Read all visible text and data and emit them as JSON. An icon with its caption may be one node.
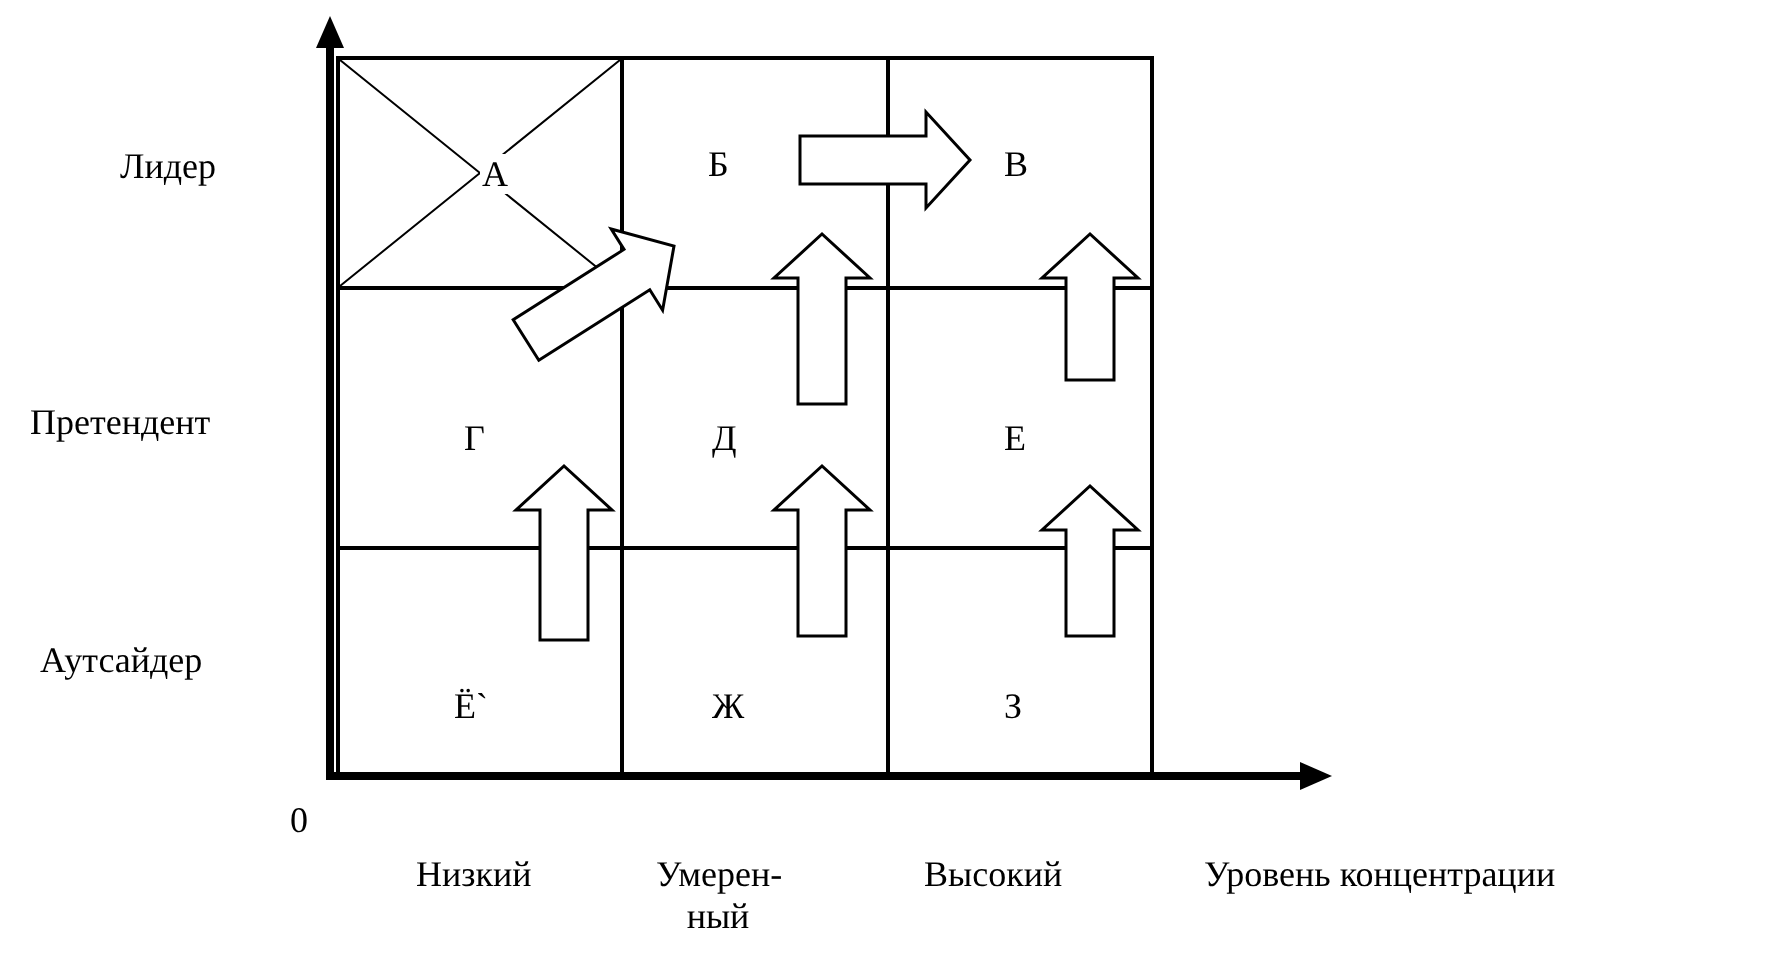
{
  "diagram": {
    "nodes": [
      {
        "text": [
          "А"
        ]
      },
      {
        "text": [
          "Б"
        ]
      },
      {
        "text": [
          "В"
        ]
      },
      {
        "text": [
          "Г"
        ]
      },
      {
        "text": [
          "Д"
        ]
      },
      {
        "text": [
          "Е"
        ]
      },
      {
        "text": [
          "Ё`"
        ]
      },
      {
        "text": [
          "Ж"
        ]
      },
      {
        "text": [
          "З"
        ]
      }
    ],
    "edges": [
      {
        "from": 1,
        "to": 2,
        "arrow": "to"
      },
      {
        "from": 3,
        "to": 1,
        "arrow": "to"
      },
      {
        "from": 4,
        "to": 1,
        "arrow": "to"
      },
      {
        "from": 5,
        "to": 2,
        "arrow": "to"
      },
      {
        "from": 6,
        "to": 3,
        "arrow": "to"
      },
      {
        "from": 7,
        "to": 4,
        "arrow": "to"
      },
      {
        "from": 8,
        "to": 5,
        "arrow": "to"
      }
    ],
    "labels": [
      "Лидер",
      "Претендент",
      "Аутсайдер",
      "0",
      "Низкий",
      "Умерен- ный",
      "Высокий",
      "Уровень концентрации"
    ]
  }
}
